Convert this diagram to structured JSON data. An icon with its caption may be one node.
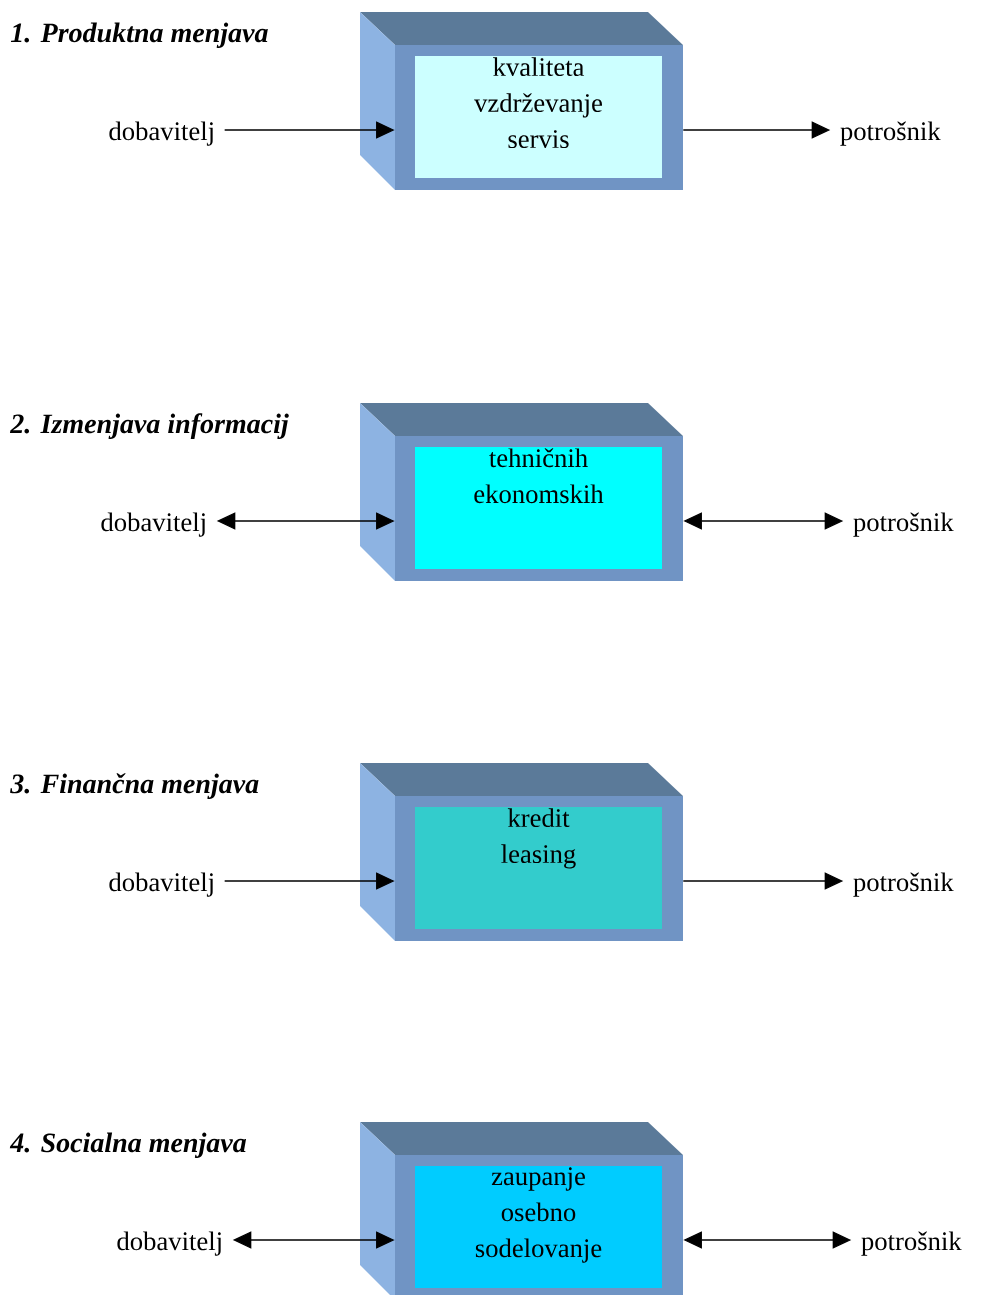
{
  "diagram": {
    "nodes": [
      {
        "text": [
          "dobavitelj"
        ]
      },
      {
        "text": [],
        "shape": "box"
      },
      {
        "text": [
          "kvaliteta",
          "vzdrževanje",
          "servis"
        ],
        "in": 1
      },
      {
        "text": [
          "potrošnik"
        ]
      },
      {
        "text": [
          "dobavitelj"
        ]
      },
      {
        "text": [],
        "shape": "box"
      },
      {
        "text": [
          "tehničnih",
          "ekonomskih"
        ],
        "in": 5
      },
      {
        "text": [
          "potrošnik"
        ]
      },
      {
        "text": [
          "dobavitelj"
        ]
      },
      {
        "text": [],
        "shape": "box"
      },
      {
        "text": [
          "kredit",
          "leasing"
        ],
        "in": 9
      },
      {
        "text": [
          "potrošnik"
        ]
      },
      {
        "text": [
          "dobavitelj"
        ]
      },
      {
        "text": [],
        "shape": "box"
      },
      {
        "text": [
          "zaupanje",
          "osebno",
          "sodelovanje"
        ],
        "in": 13
      },
      {
        "text": [
          "potrošnik"
        ]
      }
    ],
    "edges": [
      {
        "from": 0,
        "to": 1,
        "arrow": "to"
      },
      {
        "from": 1,
        "to": 3,
        "arrow": "to"
      },
      {
        "from": 4,
        "to": 5,
        "arrow": "both"
      },
      {
        "from": 5,
        "to": 7,
        "arrow": "both"
      },
      {
        "from": 8,
        "to": 9,
        "arrow": "to"
      },
      {
        "from": 9,
        "to": 11,
        "arrow": "to"
      },
      {
        "from": 12,
        "to": 13,
        "arrow": "both"
      },
      {
        "from": 13,
        "to": 15,
        "arrow": "both"
      }
    ],
    "labels": [
      "1. Produktna menjava",
      "2. Izmenjava informacij",
      "3. Finančna menjava",
      "4. Socialna menjava"
    ]
  }
}
